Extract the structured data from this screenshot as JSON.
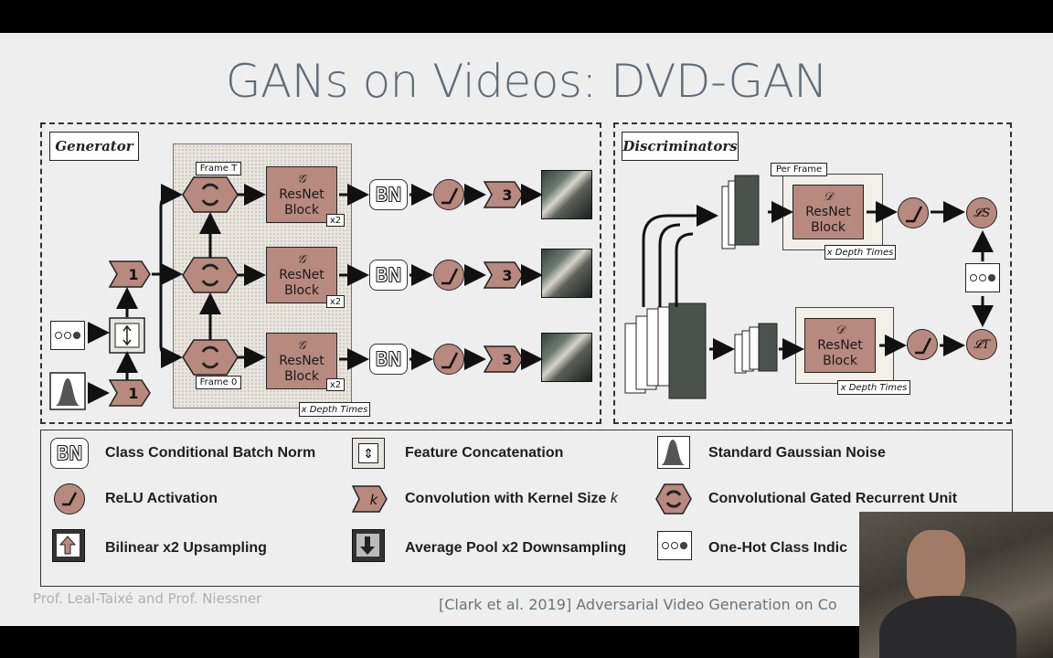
{
  "slide": {
    "title": "GANs on Videos: DVD-GAN",
    "footer_left": "Prof. Leal-Taixé and Prof. Niessner",
    "footer_right": "[Clark et al. 2019] Adversarial Video Generation on Co"
  },
  "generator": {
    "title": "Generator",
    "frame_top_label": "Frame T",
    "frame_bottom_label": "Frame 0",
    "depth_label": "x Depth Times",
    "block_glyph": "𝒢",
    "block_label_1": "ResNet",
    "block_label_2": "Block",
    "x2": "x2",
    "bn": "BN",
    "conv_kernel_1": "1",
    "conv_kernel_3": "3"
  },
  "discriminators": {
    "title": "Discriminators",
    "per_frame_label": "Per Frame",
    "depth_label": "x Depth Times",
    "block_glyph": "𝒟",
    "block_label_1": "ResNet",
    "block_label_2": "Block",
    "loss_spatial": "𝓛S",
    "loss_temporal": "𝓛T"
  },
  "legend": {
    "items": [
      {
        "label": "Class Conditional Batch Norm",
        "icon": "bn-icon"
      },
      {
        "label": "Feature Concatenation",
        "icon": "concat-icon"
      },
      {
        "label": "Standard Gaussian Noise",
        "icon": "gaussian-icon"
      },
      {
        "label": "ReLU Activation",
        "icon": "relu-icon"
      },
      {
        "label": "Convolution with Kernel Size",
        "suffix": "k",
        "icon": "conv-icon"
      },
      {
        "label": "Convolutional Gated Recurrent Unit",
        "icon": "gru-icon"
      },
      {
        "label": "Bilinear x2 Upsampling",
        "icon": "upsample-icon"
      },
      {
        "label": "Average Pool x2 Downsampling",
        "icon": "downsample-icon"
      },
      {
        "label": "One-Hot Class Indic",
        "icon": "onehot-icon"
      }
    ],
    "bn_icon_text": "BN",
    "k_icon_text": "k"
  },
  "colors": {
    "block_fill": "#b8897e",
    "panel_bg": "#eeeeee",
    "title_color": "#5f6c77"
  }
}
